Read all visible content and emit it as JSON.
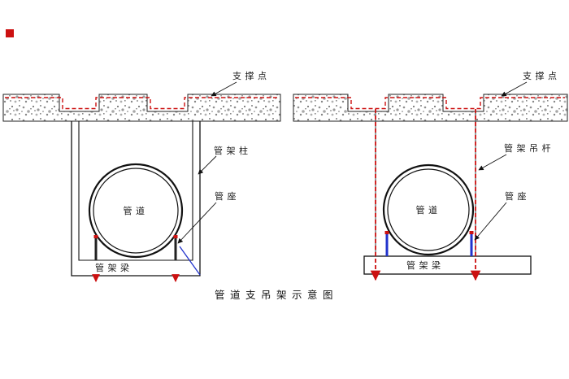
{
  "caption": "管道支吊架示意图",
  "colors": {
    "red": "#cc1111",
    "blue": "#2233cc",
    "line": "#111111",
    "speck": "#8f8f8f"
  },
  "left": {
    "support_point": "支撑点",
    "column": "管架柱",
    "pipe": "管道",
    "seat": "管座",
    "beam": "管架梁"
  },
  "right": {
    "support_point": "支撑点",
    "hanger_rod": "管架吊杆",
    "pipe": "管道",
    "seat": "管座",
    "beam": "管架梁"
  }
}
